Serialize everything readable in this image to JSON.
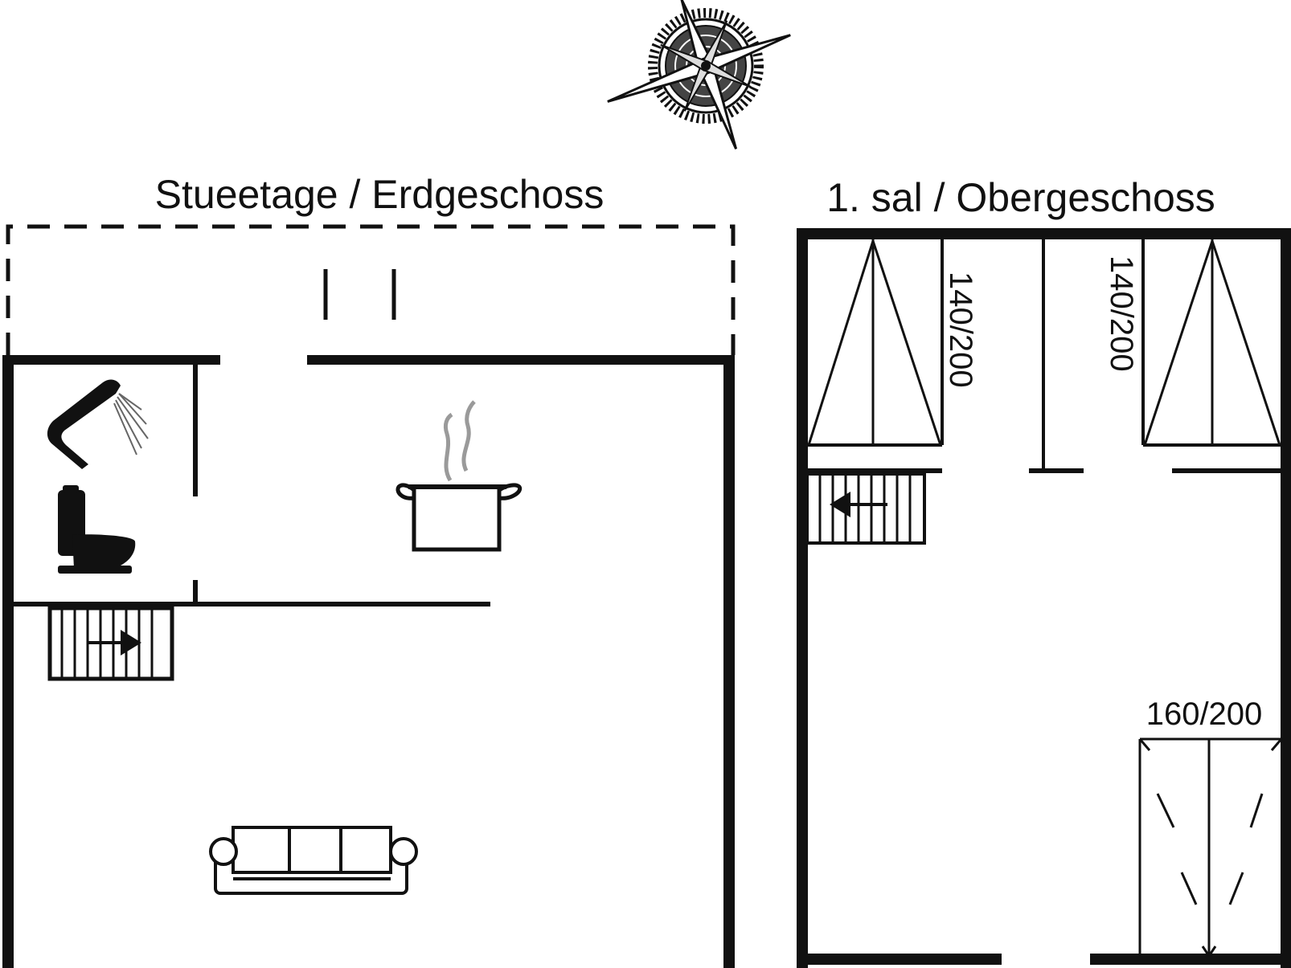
{
  "floors": [
    {
      "title": "Stueetage / Erdgeschoss"
    },
    {
      "title": "1. sal / Obergeschoss"
    }
  ],
  "beds": [
    {
      "size": "140/200"
    },
    {
      "size": "140/200"
    },
    {
      "size": "160/200"
    }
  ],
  "icons": {
    "compass": "compass-rose-icon",
    "shower": "shower-icon",
    "toilet": "toilet-icon",
    "cooking_pot": "cooking-pot-icon",
    "sofa": "sofa-icon",
    "stairs": "stairs-icon"
  },
  "colors": {
    "line": "#111111",
    "steam": "#9a9a9a"
  }
}
